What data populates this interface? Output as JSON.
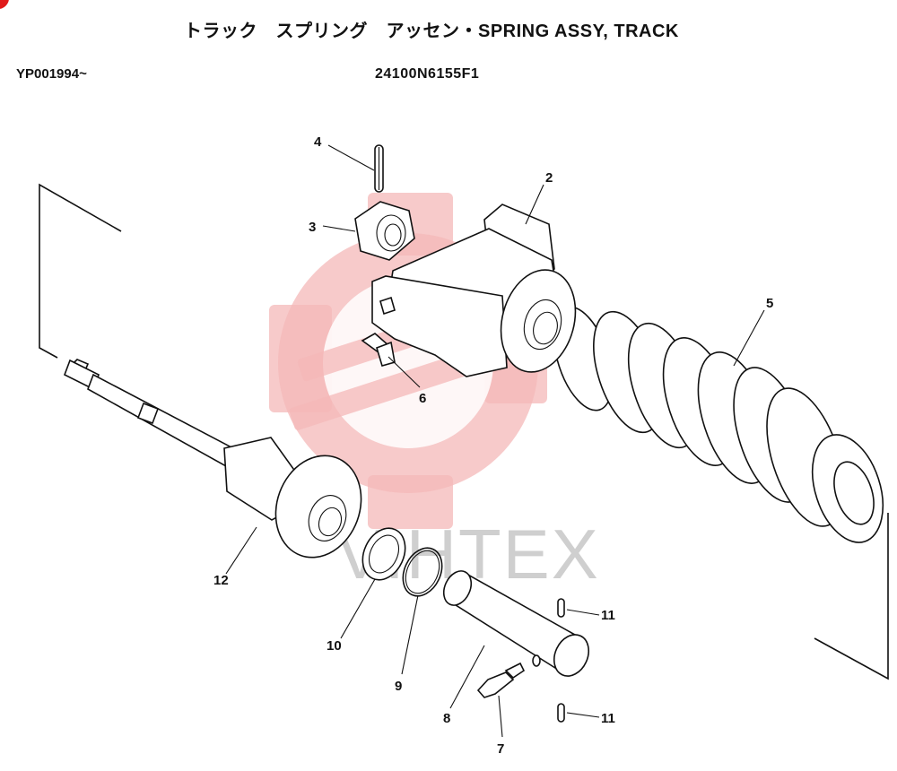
{
  "header": {
    "title": "トラック　スプリング　アッセン・SPRING ASSY, TRACK",
    "serial": "YP001994~",
    "part_number": "24100N6155F1"
  },
  "watermark": {
    "text": "VIHTEX",
    "color": "#f4b8b8"
  },
  "callouts": [
    {
      "id": "2",
      "label": "2"
    },
    {
      "id": "3",
      "label": "3"
    },
    {
      "id": "4",
      "label": "4"
    },
    {
      "id": "5",
      "label": "5"
    },
    {
      "id": "6",
      "label": "6"
    },
    {
      "id": "7",
      "label": "7"
    },
    {
      "id": "8",
      "label": "8"
    },
    {
      "id": "9",
      "label": "9"
    },
    {
      "id": "10",
      "label": "10"
    },
    {
      "id": "11a",
      "label": "11"
    },
    {
      "id": "11b",
      "label": "11"
    },
    {
      "id": "12",
      "label": "12"
    }
  ],
  "colors": {
    "line": "#111111",
    "accent": "#e01a1a"
  }
}
